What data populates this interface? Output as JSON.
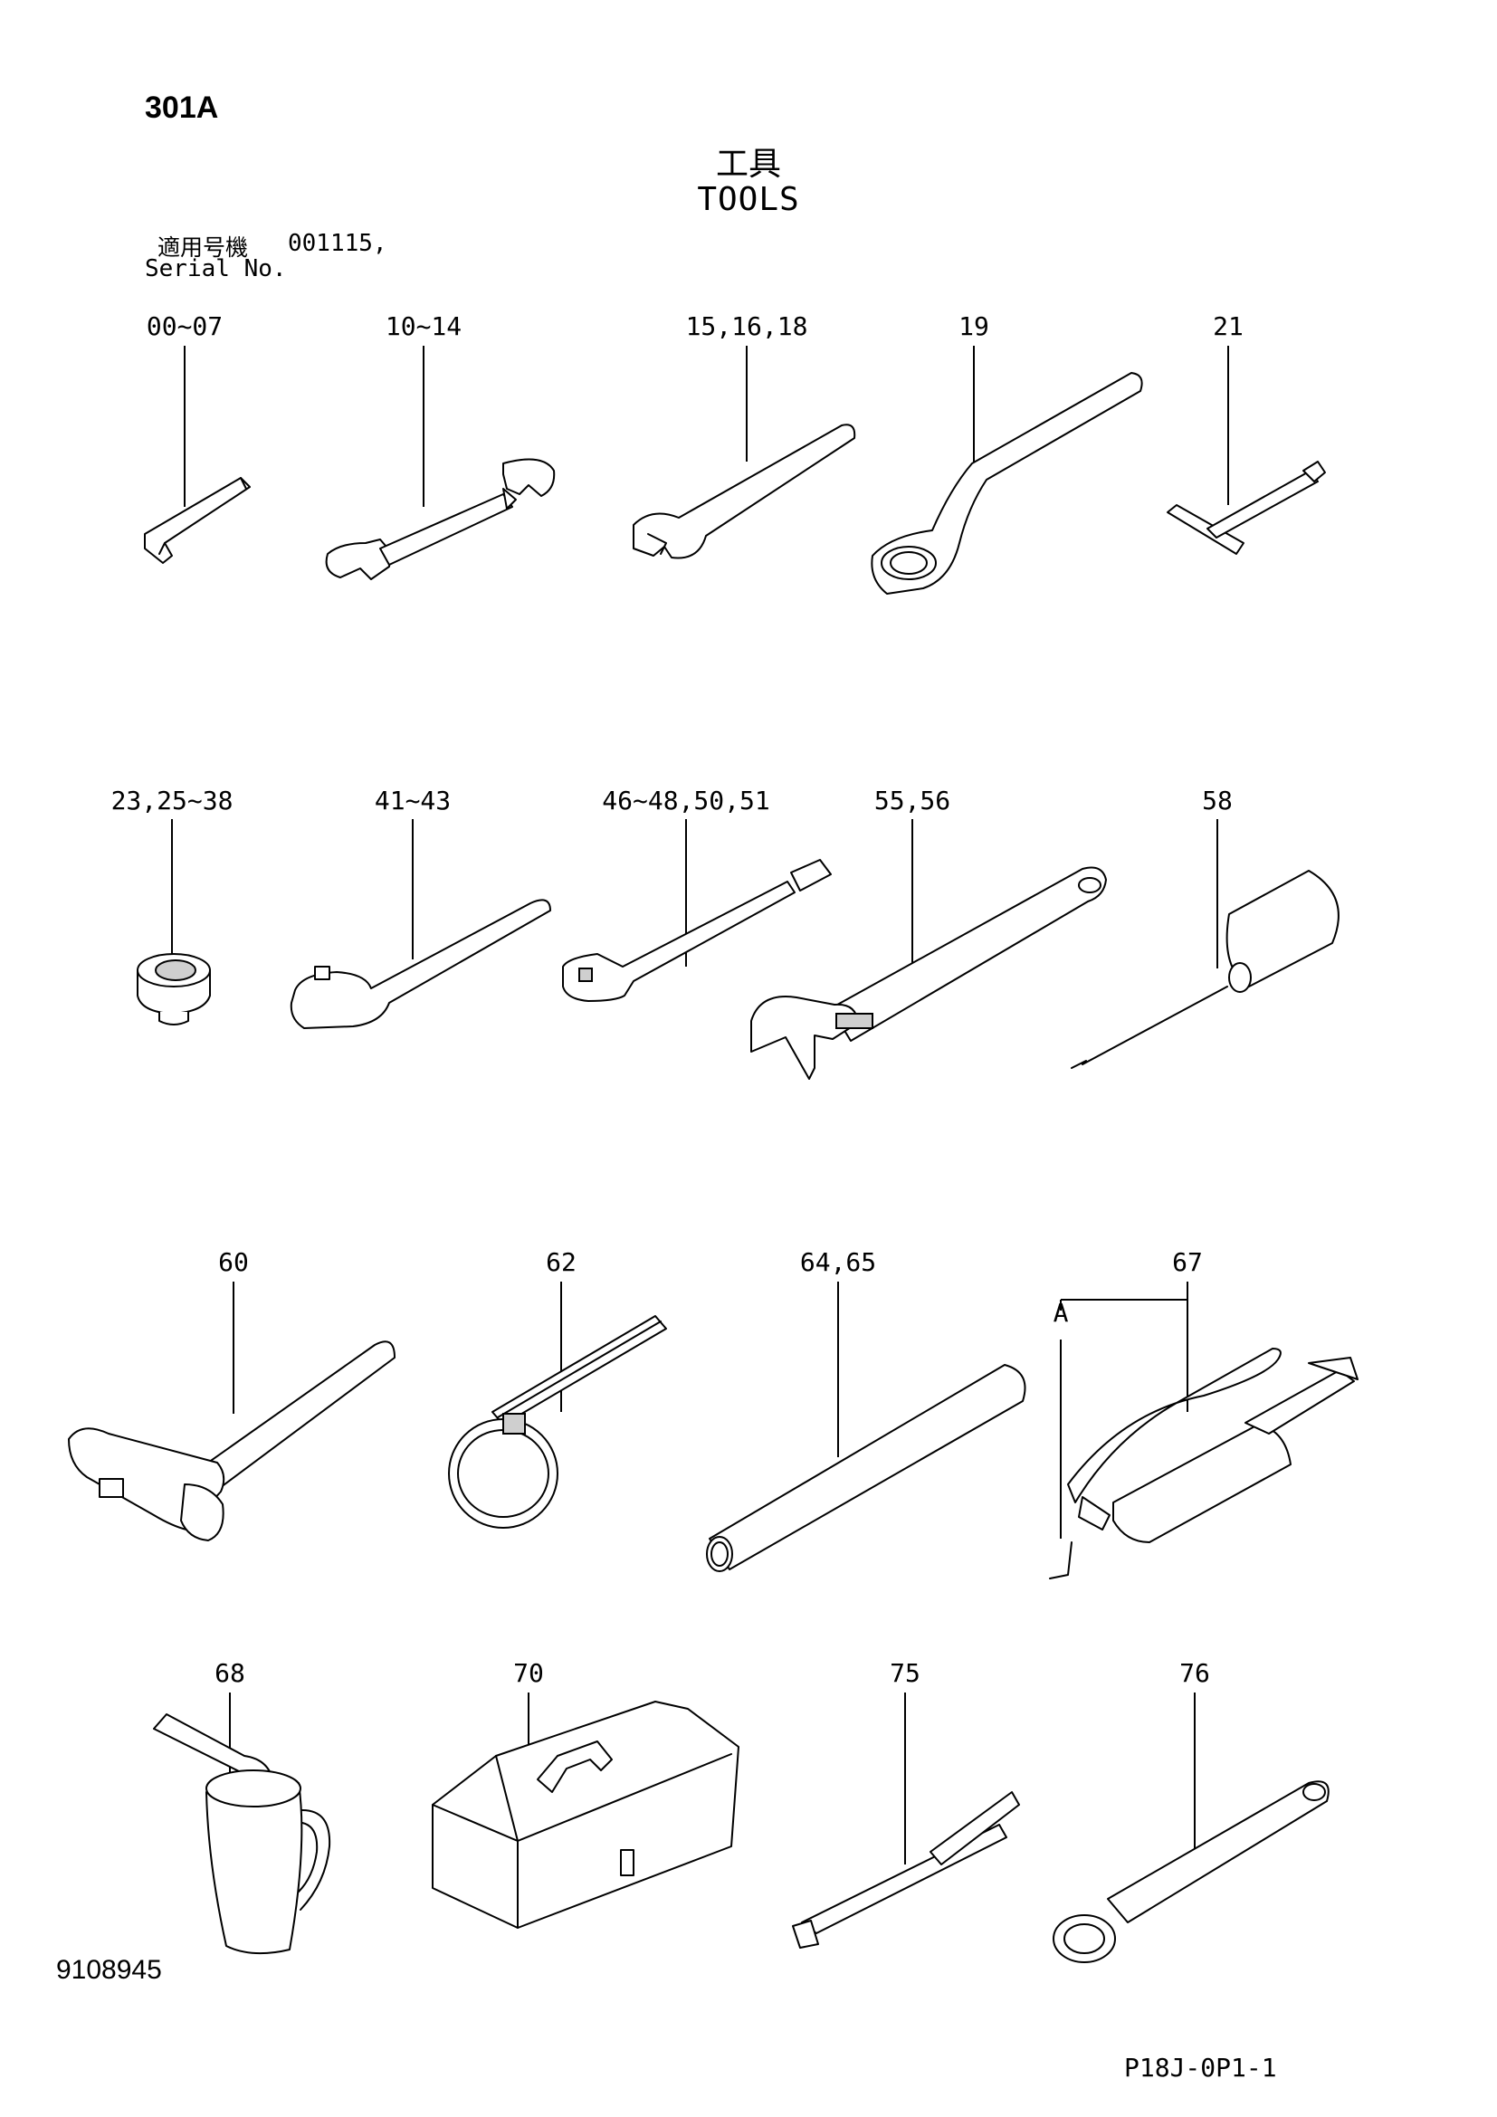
{
  "header": {
    "page_code": "301A",
    "title_ja": "工具",
    "title_en": "TOOLS",
    "serial_label_ja": "適用号機",
    "serial_value": "001115,",
    "serial_label_en": "Serial No."
  },
  "callouts": {
    "c1": "00~07",
    "c2": "10~14",
    "c3": "15,16,18",
    "c4": "19",
    "c5": "21",
    "c6": "23,25~38",
    "c7": "41~43",
    "c8": "46~48,50,51",
    "c9": "55,56",
    "c10": "58",
    "c11": "60",
    "c12": "62",
    "c13": "64,65",
    "c14": "67",
    "c14a": "A",
    "c15": "68",
    "c16": "70",
    "c17": "75",
    "c18": "76"
  },
  "footer": {
    "doc_number": "9108945",
    "page_ref": "P18J-0P1-1"
  },
  "icons": [
    "hex-key-icon",
    "single-open-wrench-icon",
    "double-open-wrench-icon",
    "offset-ring-wrench-icon",
    "t-handle-wrench-icon",
    "socket-icon",
    "ratchet-handle-icon",
    "extension-bar-icon",
    "adjustable-wrench-icon",
    "screwdriver-icon",
    "hammer-icon",
    "filter-wrench-icon",
    "pipe-icon",
    "grease-gun-icon",
    "oil-jug-icon",
    "toolbox-icon",
    "l-rod-icon",
    "ring-wrench-icon"
  ]
}
